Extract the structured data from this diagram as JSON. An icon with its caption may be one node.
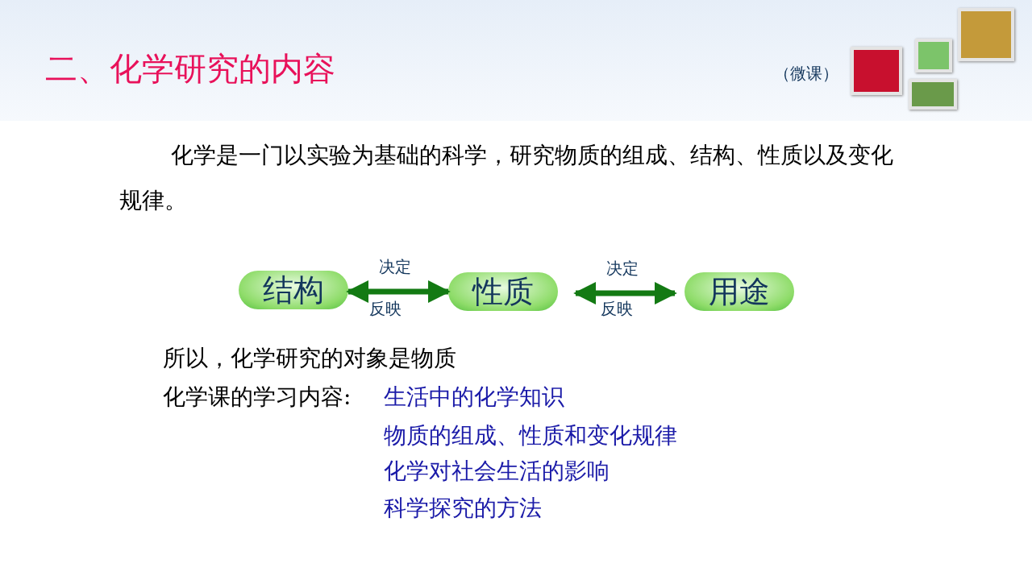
{
  "diagram": {
    "title": "二、化学研究的内容",
    "nodes": [
      {
        "text": [
          "结构"
        ]
      },
      {
        "text": [
          "性质"
        ]
      },
      {
        "text": [
          "用途"
        ]
      }
    ],
    "edges": [
      {
        "from": 0,
        "to": 1,
        "arrow": "both",
        "label": "决定"
      },
      {
        "from": 1,
        "to": 2,
        "arrow": "both",
        "label": "决定"
      }
    ],
    "labels": [
      "（微课）",
      "化学是一门以实验为基础的科学，研究物质的组成、结构、性质以及变化规律。",
      "反映",
      "反映",
      "所以，化学研究的对象是物质",
      "化学课的学习内容:",
      "生活中的化学知识",
      "物质的组成、性质和变化规律",
      "化学对社会生活的影响",
      "科学探究的方法"
    ]
  }
}
